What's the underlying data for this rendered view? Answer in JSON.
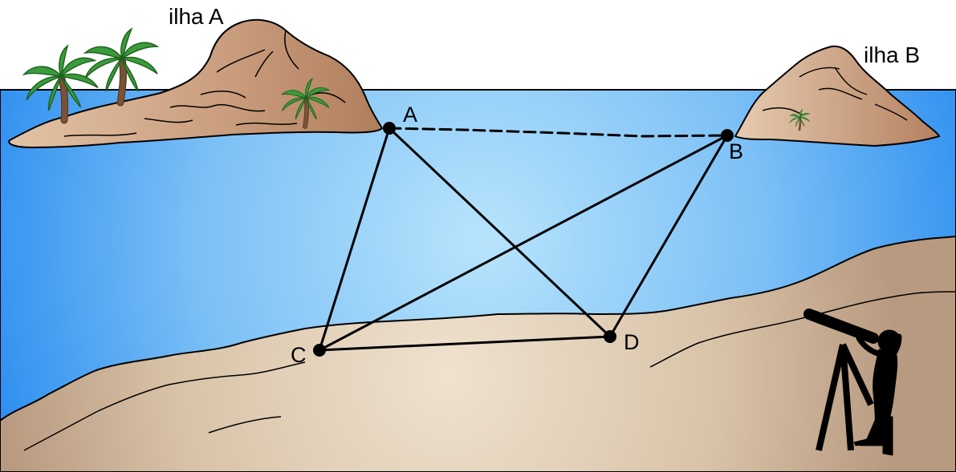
{
  "labels": {
    "island_a": "ilha A",
    "island_b": "ilha B",
    "point_a": "A",
    "point_b": "B",
    "point_c": "C",
    "point_d": "D"
  },
  "colors": {
    "sea_light": "#b8e4fc",
    "sea_dark": "#2e8ff0",
    "island": "#c99c7c",
    "island_dark": "#b07e5c",
    "beach_light": "#efe2cf",
    "beach_dark": "#b89a80",
    "palm_leaf": "#3a9c3a",
    "palm_trunk": "#7a5238",
    "outline": "#000000"
  },
  "icons": [
    "palm-tree-icon",
    "observer-with-telescope-icon"
  ]
}
